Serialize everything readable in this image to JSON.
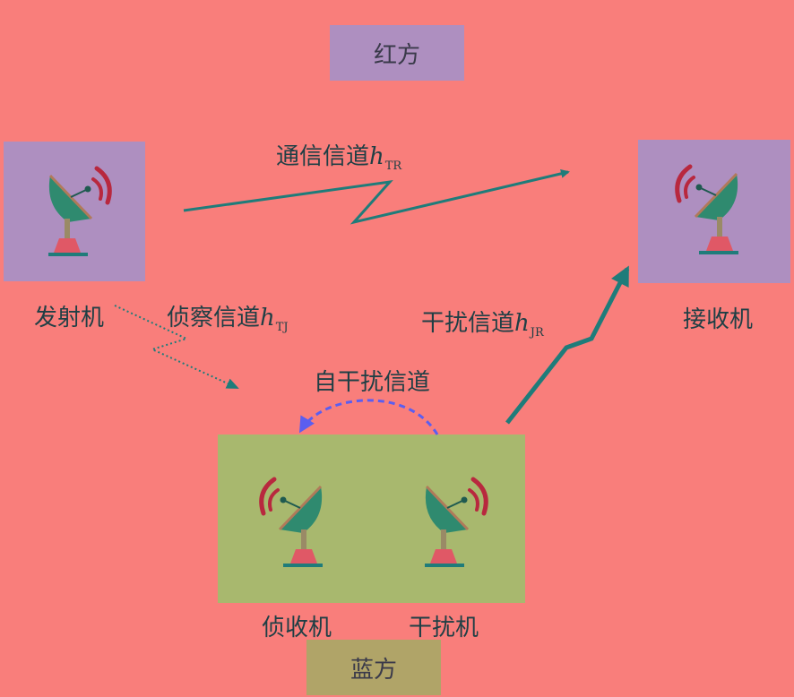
{
  "sides": {
    "red": "红方",
    "blue": "蓝方"
  },
  "devices": {
    "transmitter": "发射机",
    "receiver": "接收机",
    "recon_receiver": "侦收机",
    "jammer": "干扰机"
  },
  "channels": {
    "comm": {
      "name": "通信信道",
      "symbol": "h",
      "sub": "TR"
    },
    "recon": {
      "name": "侦察信道",
      "symbol": "h",
      "sub": "TJ"
    },
    "jam": {
      "name": "干扰信道",
      "symbol": "h",
      "sub": "JR"
    },
    "self_jam": {
      "name": "自干扰信道"
    }
  },
  "colors": {
    "background": "#f97e7b",
    "red_panel": "#ae8fc0",
    "blue_panel": "#a8b86e",
    "arrow": "#1f7c7a",
    "self_jam_arrow": "#5b5ef0",
    "dish": "#2f8a6f",
    "wave": "#b8283e"
  },
  "icons": [
    "satellite-dish-icon"
  ]
}
